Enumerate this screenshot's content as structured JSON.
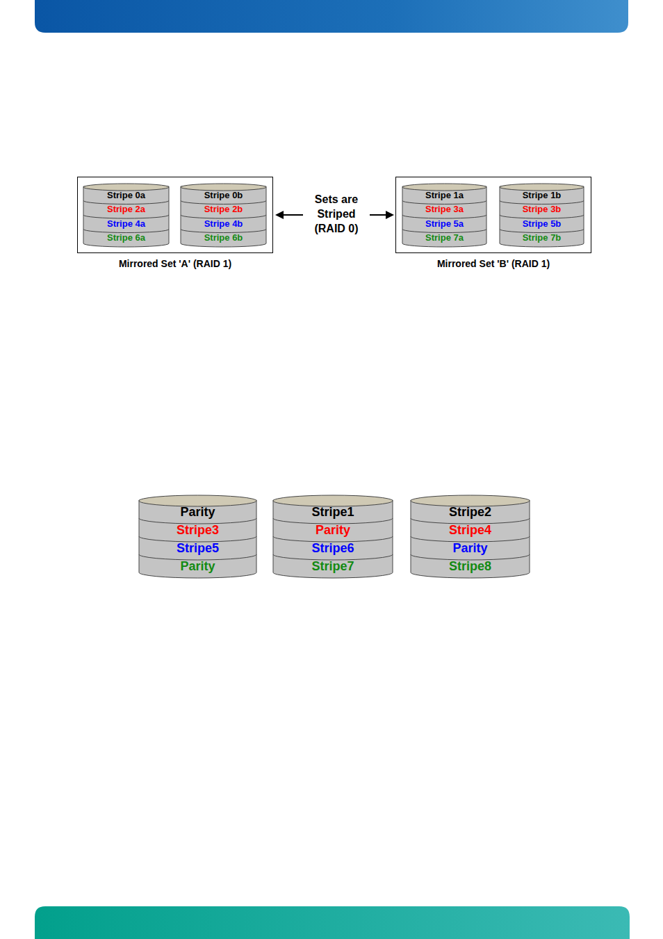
{
  "diagram": {
    "nodes": [
      {
        "text": [
          "Mirrored Set 'A' (RAID 1)"
        ]
      },
      {
        "text": [
          "Stripe 0a",
          "Stripe 2a",
          "Stripe 4a",
          "Stripe 6a"
        ],
        "in": 0
      },
      {
        "text": [
          "Stripe 0b",
          "Stripe 2b",
          "Stripe 4b",
          "Stripe 6b"
        ],
        "in": 0
      },
      {
        "text": [
          "Mirrored Set 'B' (RAID 1)"
        ]
      },
      {
        "text": [
          "Stripe 1a",
          "Stripe 3a",
          "Stripe 5a",
          "Stripe 7a"
        ],
        "in": 3
      },
      {
        "text": [
          "Stripe 1b",
          "Stripe 3b",
          "Stripe 5b",
          "Stripe 7b"
        ],
        "in": 3
      },
      {
        "text": [
          "Parity",
          "Stripe3",
          "Stripe5",
          "Parity"
        ]
      },
      {
        "text": [
          "Stripe1",
          "Parity",
          "Stripe6",
          "Stripe7"
        ]
      },
      {
        "text": [
          "Stripe2",
          "Stripe4",
          "Parity",
          "Stripe8"
        ]
      }
    ],
    "labels": [
      "Sets are Striped (RAID 0)"
    ]
  }
}
